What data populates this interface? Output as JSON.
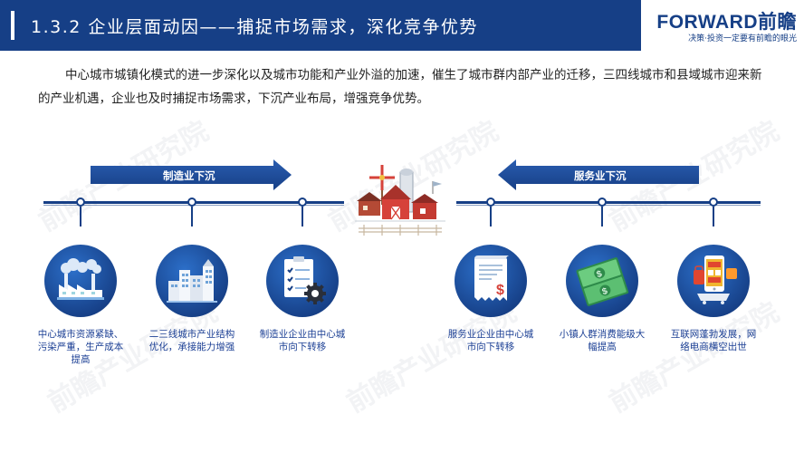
{
  "header": {
    "title": "1.3.2 企业层面动因——捕捉市场需求，深化竞争优势",
    "brand": "FORWARD前瞻",
    "slogan": "决策·投资一定要有前瞻的眼光"
  },
  "intro": "中心城市城镇化模式的进一步深化以及城市功能和产业外溢的加速，催生了城市群内部产业的迁移，三四线城市和县域城市迎来新的产业机遇，企业也及时捕捉市场需求，下沉产业布局，增强竞争优势。",
  "watermark": "前瞻产业研究院",
  "arrows": {
    "left": "制造业下沉",
    "right": "服务业下沉"
  },
  "items": [
    {
      "icon": "factory-pollution-icon",
      "caption": "中心城市资源紧缺、污染严重，生产成本提高"
    },
    {
      "icon": "city-buildings-icon",
      "caption": "二三线城市产业结构优化，承接能力增强"
    },
    {
      "icon": "document-gear-icon",
      "caption": "制造业企业由中心城市向下转移"
    },
    {
      "icon": "receipt-dollar-icon",
      "caption": "服务业企业由中心城市向下转移"
    },
    {
      "icon": "money-stack-icon",
      "caption": "小镇人群消费能级大幅提高"
    },
    {
      "icon": "mobile-commerce-icon",
      "caption": "互联网蓬勃发展，网络电商横空出世"
    }
  ],
  "colors": {
    "primary": "#163f86",
    "accent": "#2c6fc9",
    "caption": "#1b3f94",
    "farm_red": "#d6423a"
  }
}
